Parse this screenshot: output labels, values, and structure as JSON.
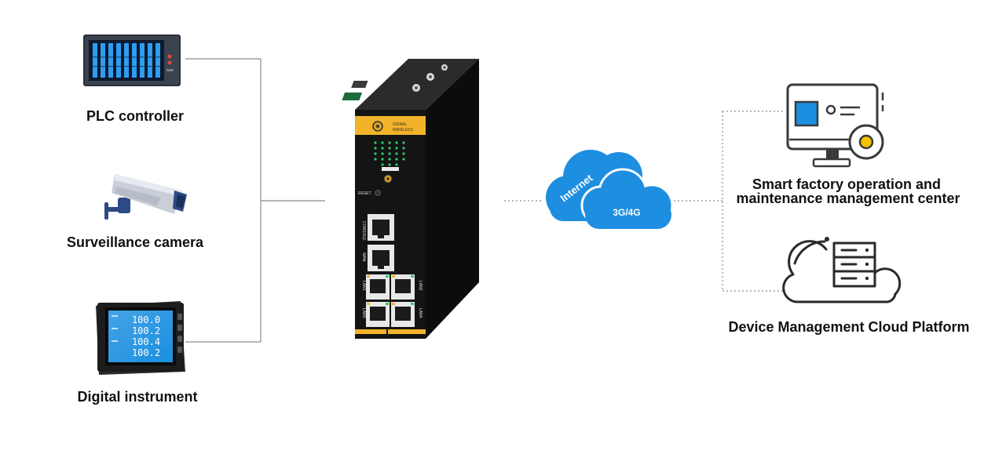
{
  "devices": {
    "plc": {
      "label": "PLC controller"
    },
    "camera": {
      "label": "Surveillance camera"
    },
    "instrument": {
      "label": "Digital instrument",
      "readings": [
        "100.0",
        "100.2",
        "100.4",
        "100.2"
      ]
    }
  },
  "gateway": {
    "port_labels": {
      "reset": "RESET",
      "console": "CONSOLE",
      "wan": "WAN",
      "lan1": "LAN1",
      "lan2": "LAN2",
      "lan3": "LAN3",
      "lan4": "LAN4"
    }
  },
  "cloud": {
    "internet": "Internet",
    "network": "3G/4G"
  },
  "destinations": {
    "smart_factory": {
      "line1": "Smart factory operation and",
      "line2": "maintenance management center"
    },
    "cloud_platform": {
      "label": "Device Management Cloud Platform"
    }
  },
  "colors": {
    "line": "#8a8a8a",
    "cloud_blue": "#1e8ee0",
    "gateway_body": "#141414",
    "gateway_accent": "#f2b32a",
    "screen_blue": "#1b8fe0"
  }
}
